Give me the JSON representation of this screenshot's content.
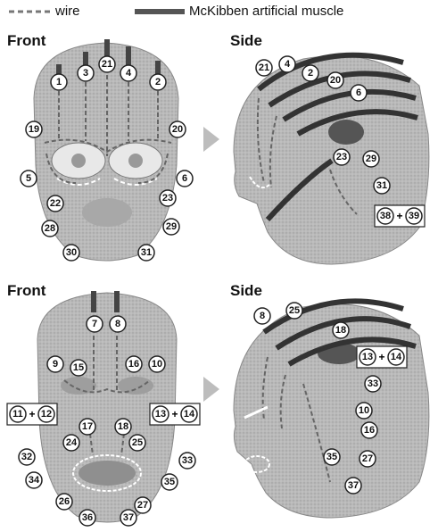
{
  "legend": {
    "wire_label": "wire",
    "muscle_label": "McKibben artificial muscle"
  },
  "panels": {
    "top_front": "Front",
    "top_side": "Side",
    "bottom_front": "Front",
    "bottom_side": "Side"
  },
  "colors": {
    "muscle": "#4a4a4a",
    "wire": "#7a7a7a",
    "face": "#b9b9b9",
    "arrow": "#bdbdbd"
  },
  "markers": {
    "tf": [
      "1",
      "3",
      "21",
      "4",
      "2",
      "19",
      "20",
      "5",
      "6",
      "22",
      "23",
      "28",
      "29",
      "30",
      "31"
    ],
    "ts": [
      "21",
      "4",
      "2",
      "20",
      "6",
      "23",
      "29",
      "31"
    ],
    "ts_box": [
      "38",
      "39"
    ],
    "bf": [
      "7",
      "8",
      "9",
      "15",
      "16",
      "10",
      "17",
      "18",
      "24",
      "25",
      "32",
      "33",
      "34",
      "35",
      "26",
      "27",
      "36",
      "37"
    ],
    "bf_box1": [
      "11",
      "12"
    ],
    "bf_box2": [
      "13",
      "14"
    ],
    "bs": [
      "8",
      "25",
      "18",
      "33",
      "10",
      "16",
      "35",
      "27",
      "37"
    ],
    "bs_box": [
      "13",
      "14"
    ],
    "plus": "+"
  }
}
